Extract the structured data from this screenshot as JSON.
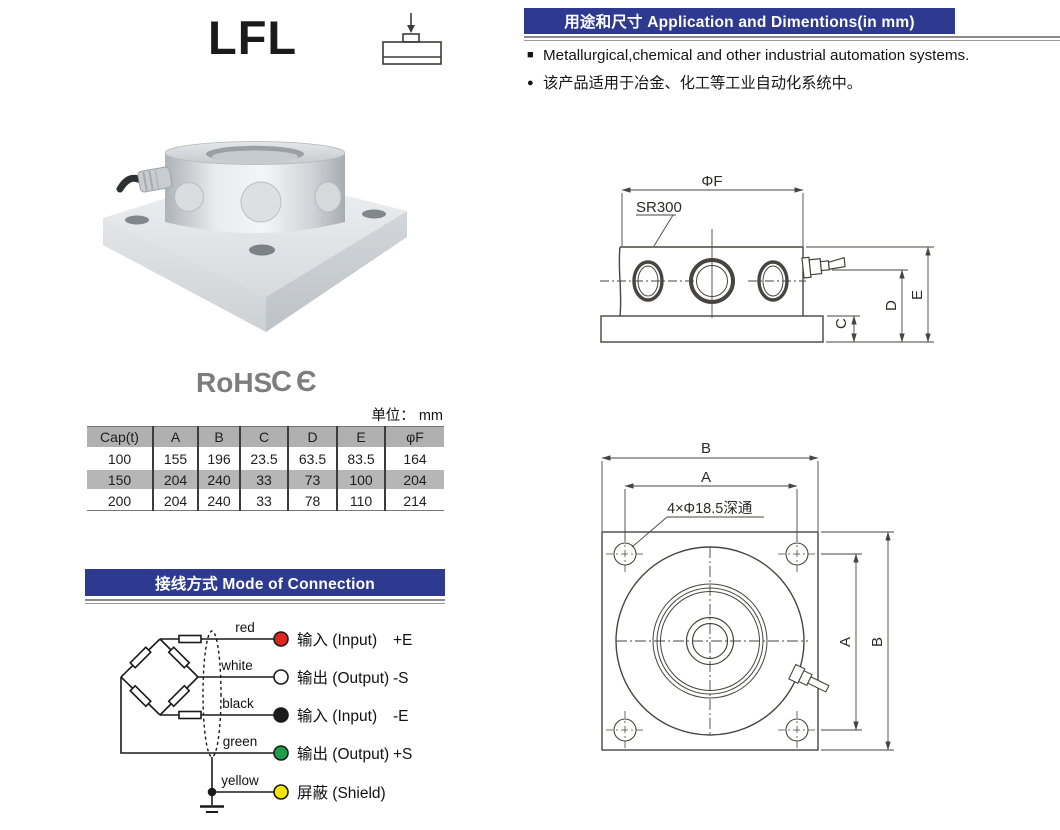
{
  "page": {
    "title": "LFL"
  },
  "colors": {
    "accent_blue": "#2d3a8f",
    "table_header_gray": "#b0b0b0",
    "table_alt_row_gray": "#b6b6b6",
    "drawing_line": "#46453f"
  },
  "section_application": {
    "header": "用途和尺寸 Application and Dimentions(in mm)",
    "bullets": [
      {
        "marker": "■",
        "text": "Metallurgical,chemical and other industrial automation systems."
      },
      {
        "marker": "●",
        "text": "该产品适用于冶金、化工等工业自动化系统中。"
      }
    ]
  },
  "certifications": {
    "rohs": "RoHS",
    "ce_mark": "CЄ"
  },
  "dimensions_table": {
    "unit_label": "单位： mm",
    "headers": [
      "Cap(t)",
      "A",
      "B",
      "C",
      "D",
      "E",
      "φF"
    ],
    "rows": [
      [
        "100",
        "155",
        "196",
        "23.5",
        "63.5",
        "83.5",
        "164"
      ],
      [
        "150",
        "204",
        "240",
        "33",
        "73",
        "100",
        "204"
      ],
      [
        "200",
        "204",
        "240",
        "33",
        "78",
        "110",
        "214"
      ]
    ]
  },
  "section_connection": {
    "header": "接线方式 Mode of Connection"
  },
  "wiring": {
    "rows": [
      {
        "wire": "red",
        "color": "#e02420",
        "label": "输入 (Input)",
        "sign": "+E"
      },
      {
        "wire": "white",
        "color": "#ffffff",
        "label": "输出 (Output)",
        "sign": "-S"
      },
      {
        "wire": "black",
        "color": "#1a1a1a",
        "label": "输入 (Input)",
        "sign": "-E"
      },
      {
        "wire": "green",
        "color": "#1e9e4a",
        "label": "输出 (Output)",
        "sign": "+S"
      },
      {
        "wire": "yellow",
        "color": "#f4e600",
        "label": "屏蔽 (Shield)",
        "sign": ""
      }
    ]
  },
  "side_view": {
    "dim_f": "ΦF",
    "sr_label": "SR300",
    "dim_c": "C",
    "dim_d": "D",
    "dim_e": "E"
  },
  "top_view": {
    "dim_b_top": "B",
    "dim_a_top": "A",
    "hole_note": "4×Φ18.5深通",
    "dim_a_right": "A",
    "dim_b_right": "B"
  }
}
